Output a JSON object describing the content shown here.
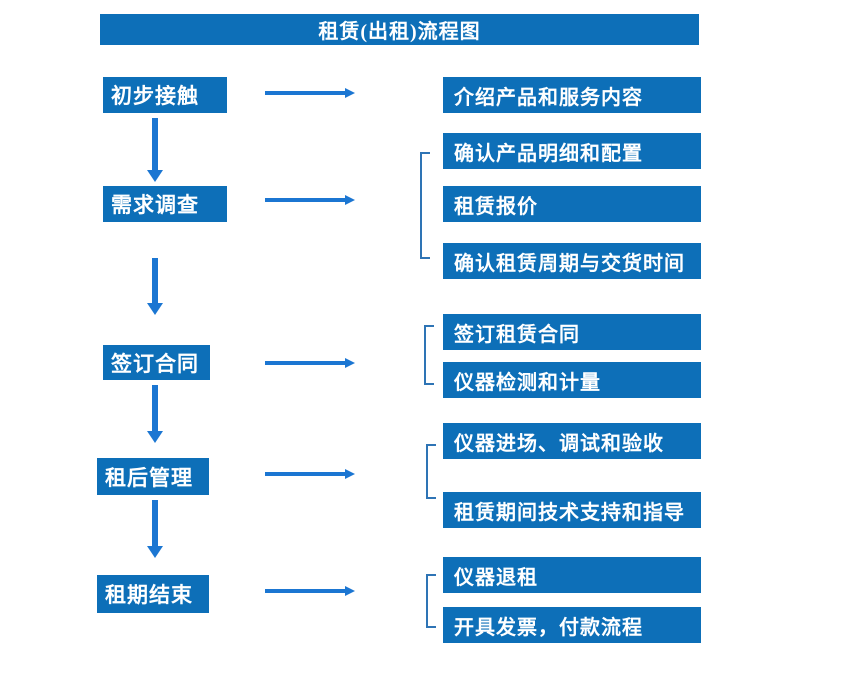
{
  "title": "租赁(出租)流程图",
  "colors": {
    "box_blue": "#0d6fb8",
    "arrow_blue": "#1b76d2",
    "bracket_blue": "#2e74b5",
    "text_white": "#ffffff",
    "bg": "#ffffff"
  },
  "steps": [
    {
      "label": "初步接触"
    },
    {
      "label": "需求调查"
    },
    {
      "label": "签订合同"
    },
    {
      "label": "租后管理"
    },
    {
      "label": "租期结束"
    }
  ],
  "details": [
    {
      "label": "介绍产品和服务内容"
    },
    {
      "label": "确认产品明细和配置"
    },
    {
      "label": "租赁报价"
    },
    {
      "label": "确认租赁周期与交货时间"
    },
    {
      "label": "签订租赁合同"
    },
    {
      "label": "仪器检测和计量"
    },
    {
      "label": "仪器进场、调试和验收"
    },
    {
      "label": "租赁期间技术支持和指导"
    },
    {
      "label": "仪器退租"
    },
    {
      "label": "开具发票，付款流程"
    }
  ]
}
